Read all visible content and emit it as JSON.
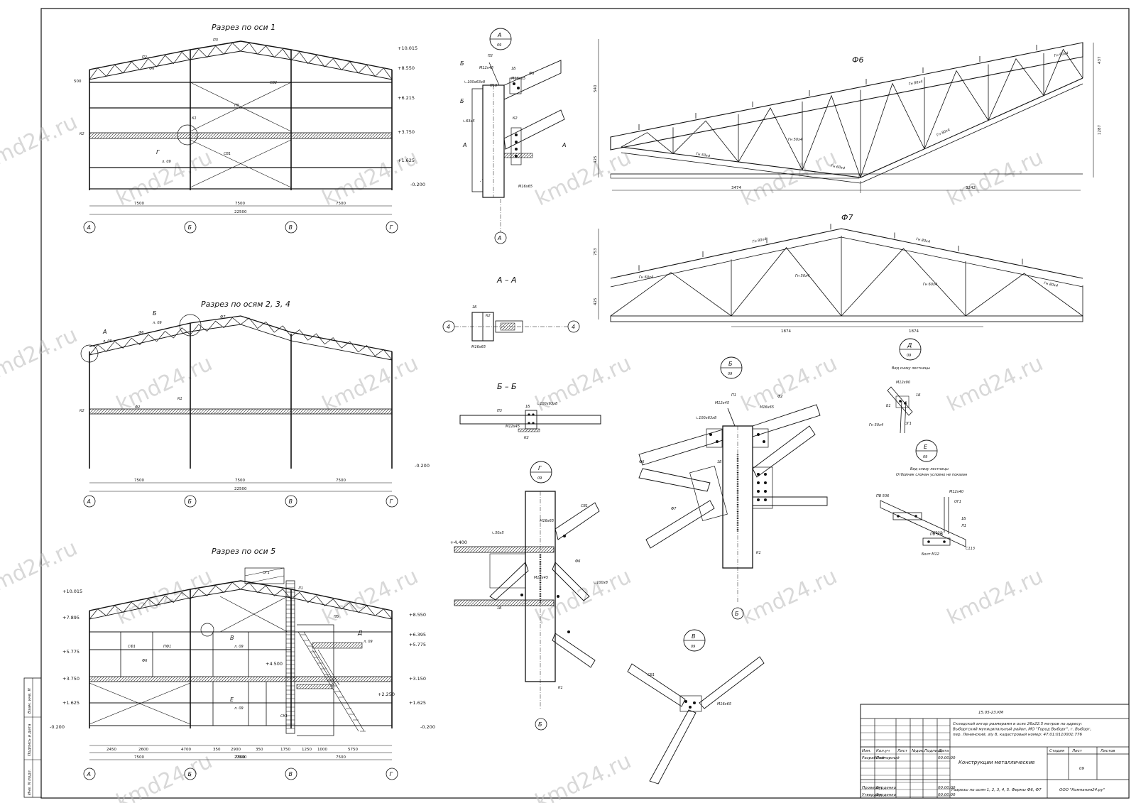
{
  "sheet": {
    "code": "15.05-23.КМ",
    "sheet_number": "09",
    "organization": "ООО \"Компания24.ру\""
  },
  "watermark": "kmd24.ru",
  "views": {
    "section1": {
      "title": "Разрез по оси 1",
      "levels": [
        "+10.015",
        "+8.550",
        "+6.215",
        "+3.750",
        "+1.625",
        "-0.200"
      ],
      "spans": [
        "7500",
        "7500",
        "7500"
      ],
      "total": "22500",
      "axes": [
        "А",
        "Б",
        "В",
        "Г"
      ],
      "dim_500": "500",
      "callout_letter": "Г",
      "callout_sheet": "л. 09",
      "labels": [
        "П2",
        "ПЗ",
        "Ф6",
        "П5",
        "К1",
        "К2",
        "СВ1",
        "СВ2"
      ]
    },
    "section234": {
      "title": "Разрез по осям 2, 3, 4",
      "callout_a": "А",
      "callout_b": "Б",
      "callout_sheet": "л. 09",
      "level": "-0.200",
      "labels": [
        "Ф6",
        "Ф7",
        "Ф2",
        "К1",
        "К2"
      ]
    },
    "section5": {
      "title": "Разрез по оси 5",
      "levels_left": [
        "+10.015",
        "+7.895",
        "+5.775",
        "+3.750",
        "+1.625",
        "-0.200"
      ],
      "levels_right": [
        "+8.550",
        "+6.395",
        "+5.775",
        "+3.150",
        "+2.250",
        "+1.625",
        "-0.200",
        "+4.500"
      ],
      "bays": [
        "2450",
        "2600",
        "4700",
        "350",
        "2900",
        "350",
        "1750",
        "1250",
        "1000",
        "5750"
      ],
      "callout_v": "В",
      "callout_e": "Е",
      "callout_d": "Д",
      "callout_sheet": "л. 09",
      "labels": [
        "ОГ1",
        "Л1",
        "Ф6",
        "СФ1",
        "ПФ1",
        "ПБ",
        "СК1"
      ]
    },
    "nodeA": {
      "circle_letter": "А",
      "circle_sheet": "09",
      "section_mark": "Б",
      "cut_mark": "А",
      "axis": "А",
      "labels": [
        "П2",
        "М12х45",
        "1Б",
        "Ф6",
        "П10",
        "К2",
        "М16х65",
        "∟100х63х8",
        "∟63х5",
        "М16х65"
      ]
    },
    "sectionAA": {
      "title": "А – А",
      "axis": "4",
      "labels": [
        "1Б",
        "К2",
        "М16х65"
      ]
    },
    "sectionBB": {
      "title": "Б – Б",
      "labels": [
        "П3",
        "1Б",
        "∟100х63х8",
        "М12х45",
        "К2"
      ]
    },
    "nodeG": {
      "circle_letter": "Г",
      "circle_sheet": "09",
      "level": "+4.400",
      "axis": "Б",
      "labels": [
        "СВ1",
        "∟50х5",
        "М16х65",
        "Ф6",
        "1Б",
        "К1",
        "∟100х8",
        "М12х45"
      ]
    },
    "nodeB": {
      "circle_letter": "Б",
      "circle_sheet": "09",
      "axis": "Б",
      "labels": [
        "М12х45",
        "П1",
        "∟100х63х8",
        "М16х65",
        "Ф2",
        "Ф6",
        "Ф7",
        "1Б",
        "К1"
      ]
    },
    "nodeV": {
      "circle_letter": "В",
      "circle_sheet": "09",
      "labels": [
        "СВ1",
        "М16х65"
      ]
    },
    "nodeD": {
      "circle_letter": "Д",
      "circle_sheet": "09",
      "caption": "Вид снизу лестницы",
      "labels": [
        "М12х90",
        "1Б",
        "Б1",
        "ОГ1",
        "Гн 50х4"
      ]
    },
    "nodeE": {
      "circle_letter": "Е",
      "circle_sheet": "09",
      "caption1": "Вид снизу лестницы",
      "caption2": "Отбойник сломан условно не показан",
      "labels": [
        "ПВ 506",
        "М12х40",
        "ОГ1",
        "1Б",
        "Л1",
        "С111",
        "ПВ 506",
        "Болт М12",
        "С113"
      ]
    },
    "trussF6": {
      "title": "Ф6",
      "dims": [
        "3474",
        "3242"
      ],
      "height_left": "540",
      "height_right": "1287",
      "height_small": "425",
      "height_top": "437",
      "labels": [
        "Гн 80х4",
        "Гн 60х4",
        "Гн 50х4",
        "Гн 60х4",
        "Гн 50х4",
        "Гн 80х4"
      ]
    },
    "trussF7": {
      "title": "Ф7",
      "dims": [
        "1874",
        "1874"
      ],
      "height": "753",
      "height_small": "425",
      "labels": [
        "Гн 80х4",
        "Гн 80х4",
        "Гн 60х4",
        "Гн 50х4",
        "Гн 60х4",
        "Гн 80х4"
      ]
    },
    "titleblock": {
      "project": "Складской ангар размерами в осях 26х22.5 метров по адресу: Выборгский муниципальный район, МО \"Город Выборг\", г. Выборг, пер. Ленинский, з/у 8, кадастровый номер: 47:01:0110001:776",
      "name": "Конструкции металлические",
      "sheet_title": "Разрезы по осям 1, 2, 3, 4, 5. Фермы Ф6, Ф7",
      "headers": [
        "Изм.",
        "Кол.уч",
        "Лист",
        "№док.",
        "Подпись",
        "Дата"
      ],
      "stage_headers": [
        "Стадия",
        "Лист",
        "Листов"
      ],
      "roles": [
        {
          "role": "Разработал",
          "name": "Пайторный",
          "date": "00.00.00"
        },
        {
          "role": "Проверил",
          "name": "Бурденко",
          "date": "00.00.00"
        },
        {
          "role": "Утвердил",
          "name": "Бурденко",
          "date": "00.00.00"
        }
      ],
      "margin_labels": [
        "Взам. инв. N",
        "Подпись и дата",
        "Инв. N подл."
      ]
    }
  }
}
